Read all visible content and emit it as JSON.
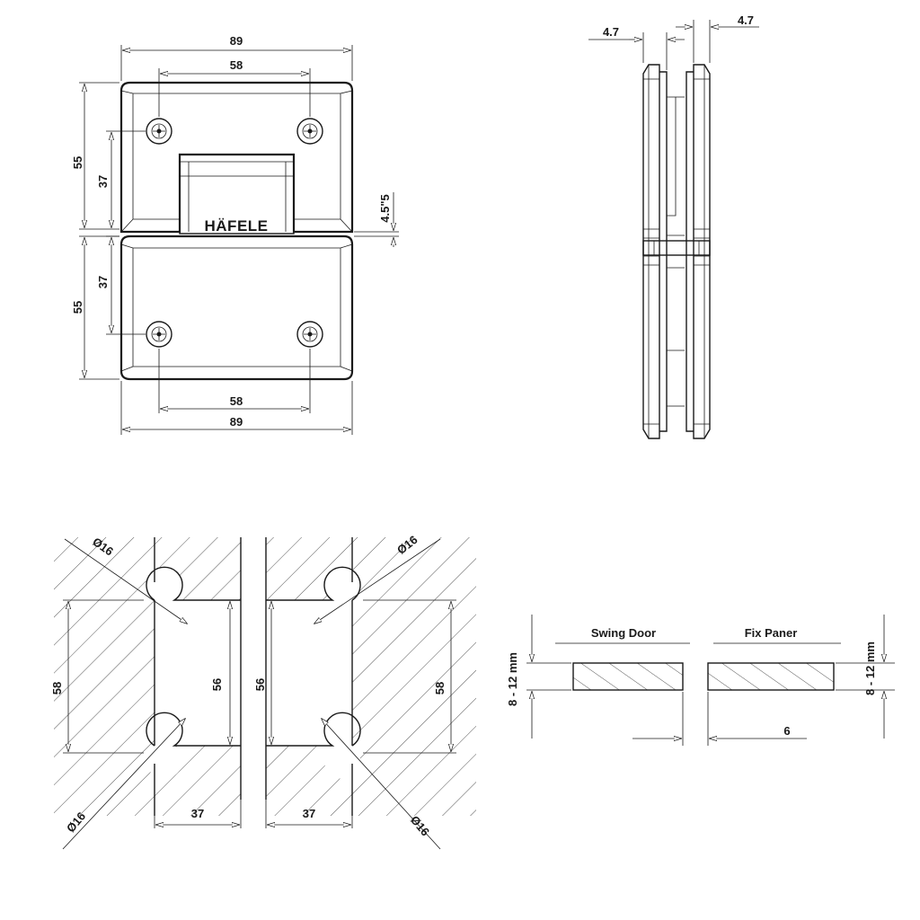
{
  "brand": "HÄFELE",
  "front_view": {
    "width_top": "89",
    "hole_spacing_top": "58",
    "height_upper": "55",
    "hole_offset_upper": "37",
    "gap": "4.5\"5",
    "height_lower": "55",
    "hole_offset_lower": "37",
    "hole_spacing_bottom": "58",
    "width_bottom": "89"
  },
  "side_view": {
    "left_thickness": "4.7",
    "right_thickness": "4.7"
  },
  "cutout_view": {
    "left_hole_top": "Ø16",
    "right_hole_top": "Ø16",
    "left_hole_bottom": "Ø16",
    "right_hole_bottom": "Ø16",
    "outer_height_left": "58",
    "inner_height_left": "56",
    "inner_height_right": "56",
    "outer_height_right": "58",
    "depth_left": "37",
    "depth_right": "37"
  },
  "glass_view": {
    "swing_door_label": "Swing Door",
    "fix_panel_label": "Fix Paner",
    "left_thickness": "8 - 12 mm",
    "right_thickness": "8 - 12 mm",
    "gap": "6"
  }
}
